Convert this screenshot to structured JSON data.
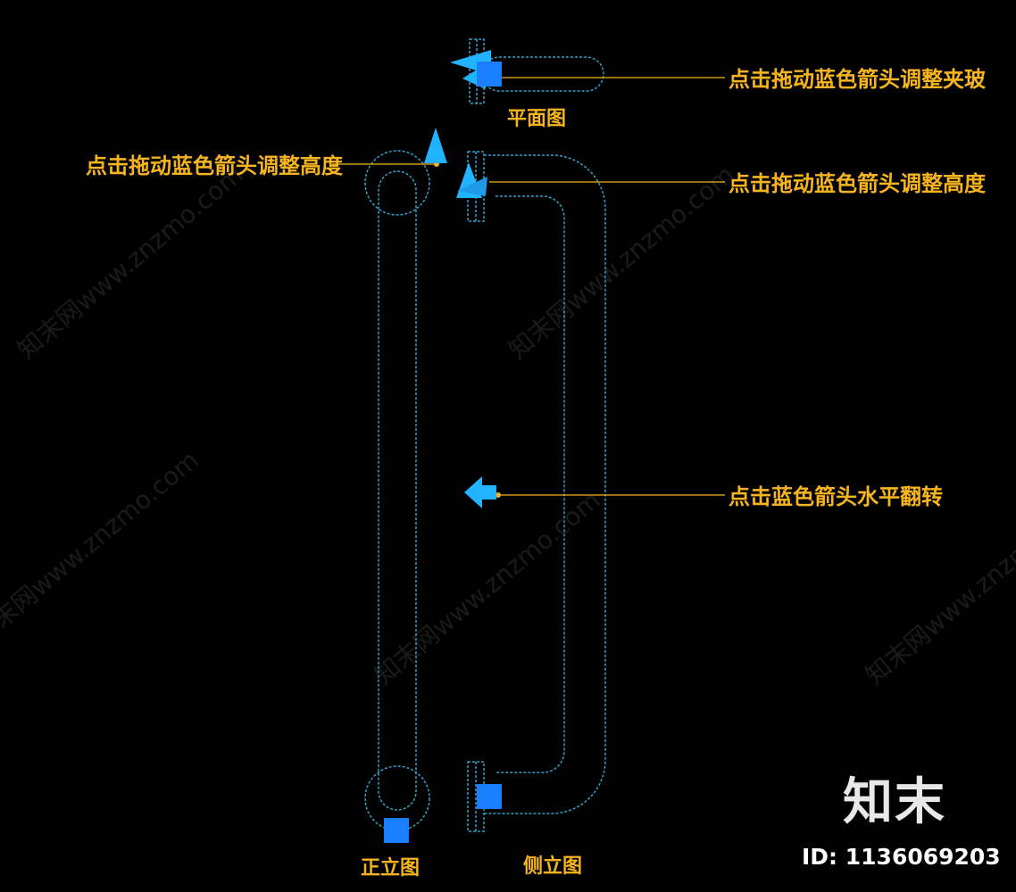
{
  "callouts": {
    "plan_clamp": "点击拖动蓝色箭头调整夹玻",
    "front_height": "点击拖动蓝色箭头调整高度",
    "side_height": "点击拖动蓝色箭头调整高度",
    "flip": "点击蓝色箭头水平翻转"
  },
  "view_labels": {
    "plan": "平面图",
    "front": "正立图",
    "side": "侧立图"
  },
  "watermark": {
    "text": "知末网www.znzmo.com"
  },
  "brand": {
    "logo_text": "知末",
    "id_text": "ID: 1136069203"
  },
  "colors": {
    "background": "#000000",
    "outline": "#2fa3c9",
    "grip": "#1a7fff",
    "arrow": "#22b3ff",
    "leader": "#f6b41e",
    "label": "#f6b41e"
  },
  "icons": {
    "grip": "square-grip-icon",
    "stretch": "triangle-arrow-icon",
    "flip": "left-arrow-icon"
  }
}
